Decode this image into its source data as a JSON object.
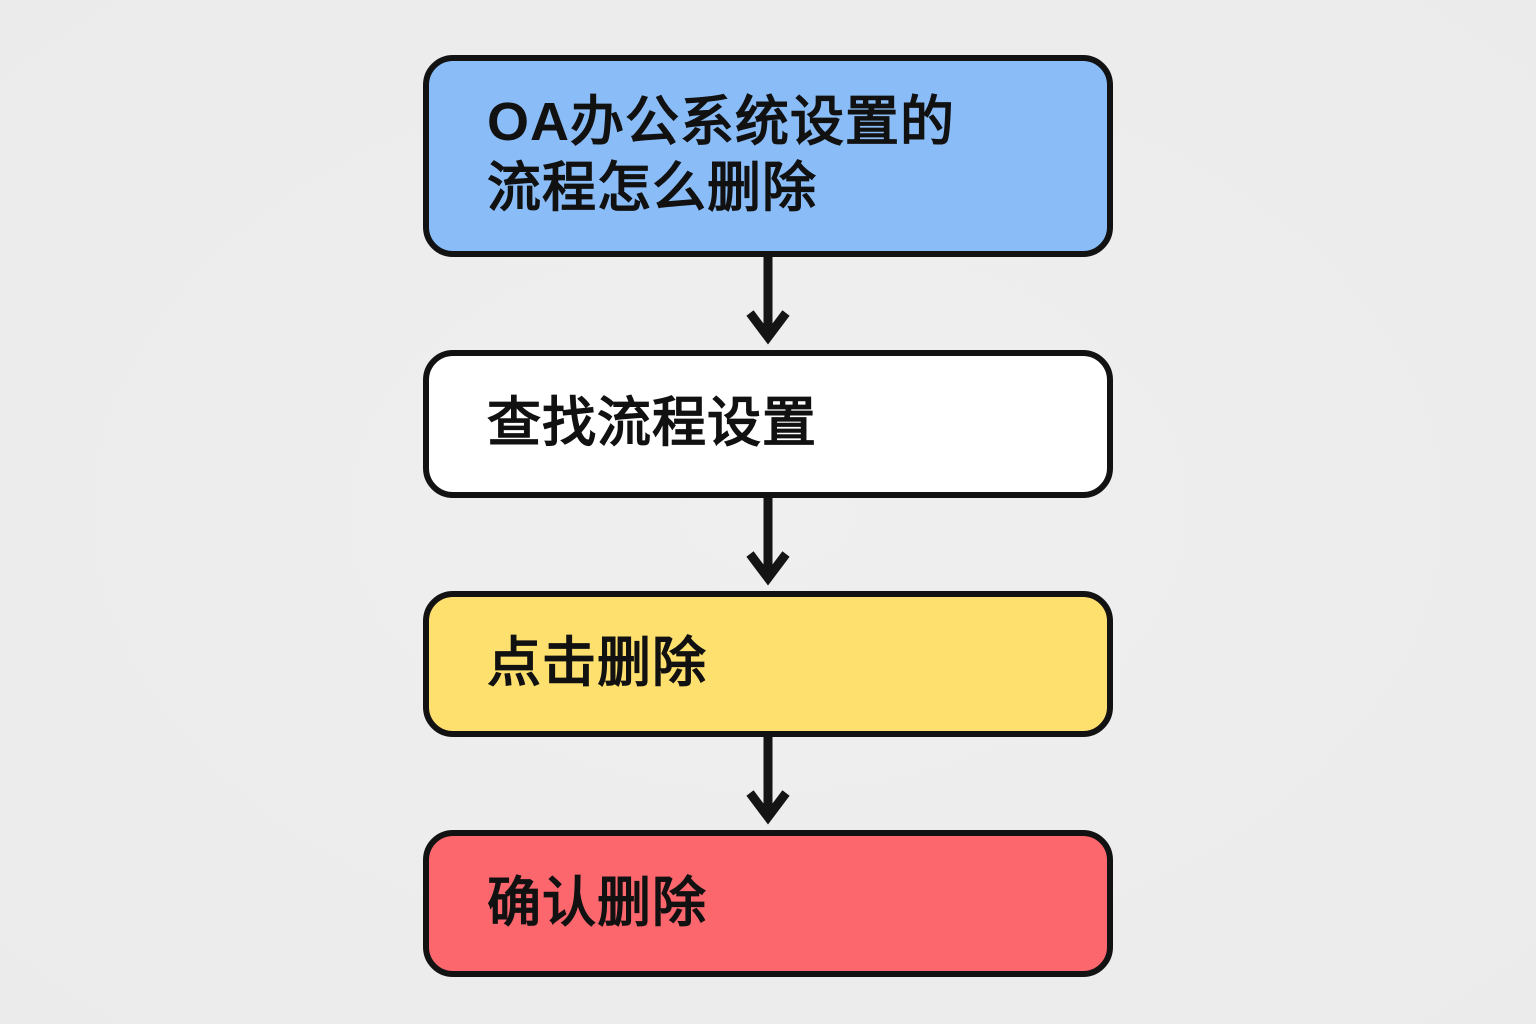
{
  "page": {
    "background_color": "#ededee"
  },
  "flowchart": {
    "border_color": "#121212",
    "text_color": "#111111",
    "connector_color": "#141414",
    "connector_style": "down-arrow-chevron",
    "nodes": [
      {
        "id": "question",
        "label": "OA办公系统设置的\n流程怎么删除",
        "fill": "#8abdf7"
      },
      {
        "id": "find-process-settings",
        "label": "查找流程设置",
        "fill": "#ffffff"
      },
      {
        "id": "click-delete",
        "label": "点击删除",
        "fill": "#fde06e"
      },
      {
        "id": "confirm-delete",
        "label": "确认删除",
        "fill": "#fc676e"
      }
    ]
  }
}
